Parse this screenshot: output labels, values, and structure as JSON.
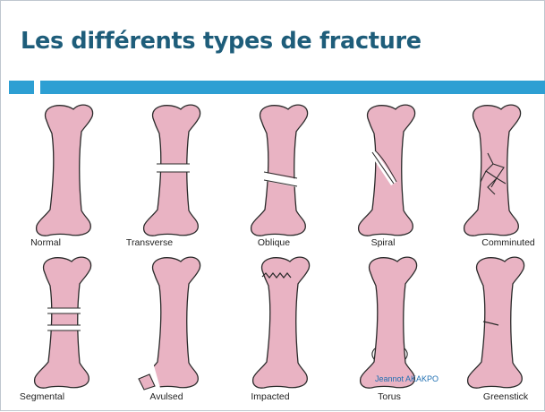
{
  "slide": {
    "title": "Les différents types de fracture",
    "author": "Jeannot AKAKPO"
  },
  "colors": {
    "title": "#1e5d7a",
    "accent_bar": "#2d9fd3",
    "bone_fill": "#e9b3c3",
    "bone_stroke": "#2a2a2a"
  },
  "fracture_types": [
    {
      "label": "Normal",
      "icon": "normal-femur"
    },
    {
      "label": "Transverse",
      "icon": "transverse-fracture"
    },
    {
      "label": "Oblique",
      "icon": "oblique-fracture"
    },
    {
      "label": "Spiral",
      "icon": "spiral-fracture"
    },
    {
      "label": "Comminuted",
      "icon": "comminuted-fracture"
    },
    {
      "label": "Segmental",
      "icon": "segmental-fracture"
    },
    {
      "label": "Avulsed",
      "icon": "avulsed-fracture"
    },
    {
      "label": "Impacted",
      "icon": "impacted-fracture"
    },
    {
      "label": "Torus",
      "icon": "torus-fracture"
    },
    {
      "label": "Greenstick",
      "icon": "greenstick-fracture"
    }
  ]
}
